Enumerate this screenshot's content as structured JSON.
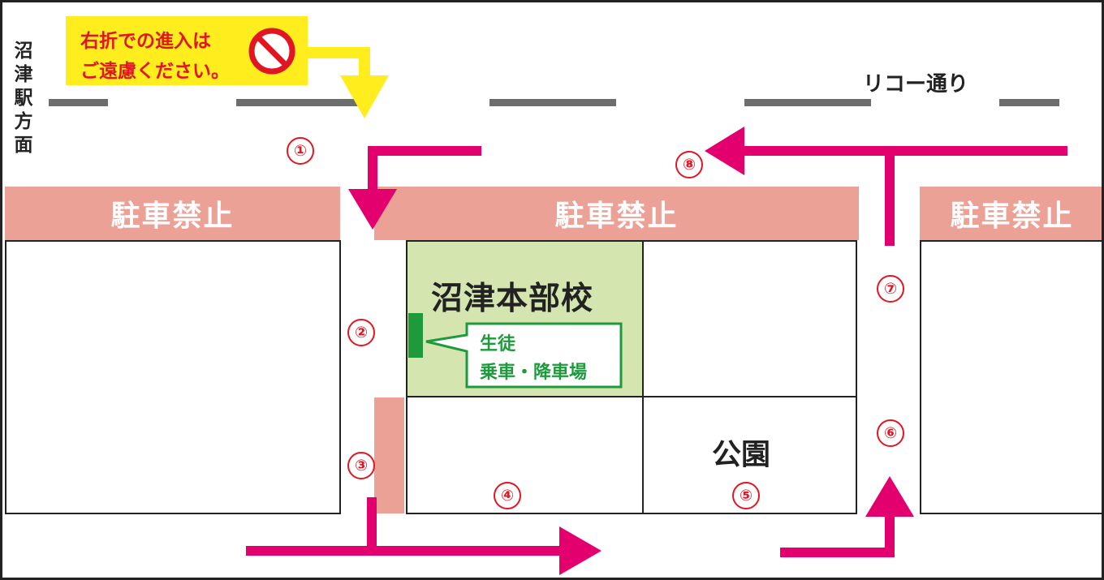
{
  "station_direction": "沼津駅方面",
  "road_name": "リコー通り",
  "warning": {
    "line1": "右折での進入は",
    "line2": "ご遠慮ください。",
    "icon": "no-entry-icon"
  },
  "no_parking": [
    "駐車禁止",
    "駐車禁止",
    "駐車禁止"
  ],
  "school_name": "沼津本部校",
  "student_dropoff": {
    "line1": "生徒",
    "line2": "乗車・降車場"
  },
  "park_label": "公園",
  "route_steps": [
    "①",
    "②",
    "③",
    "④",
    "⑤",
    "⑥",
    "⑦",
    "⑧"
  ],
  "colors": {
    "route_arrow": "#e3006e",
    "no_parking_band": "#eca196",
    "school_block": "#d4e5b0",
    "dropoff_green": "#1e9a3c",
    "warning_yellow": "#ffed1e",
    "warning_red": "#e21622",
    "road_dash": "#6d6d6d"
  }
}
